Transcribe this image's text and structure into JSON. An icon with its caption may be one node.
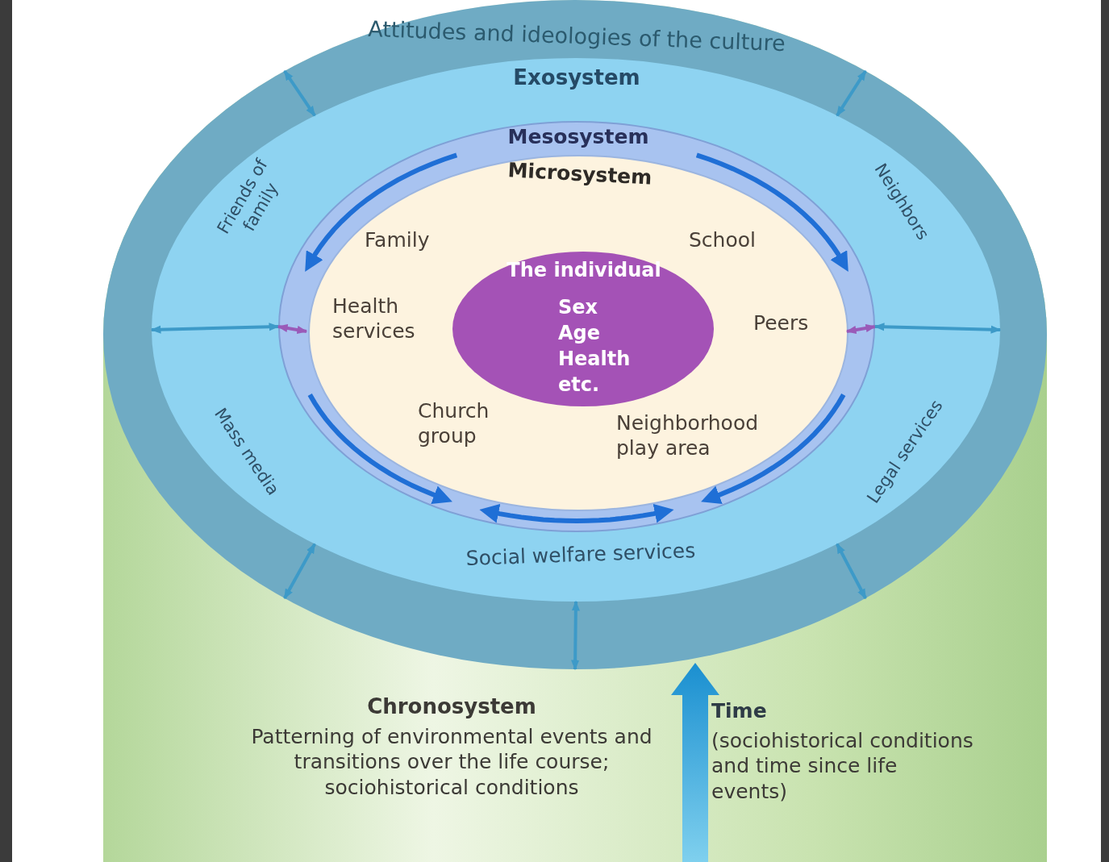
{
  "diagram": {
    "nodes": [
      {
        "text": [
          "Chronosystem",
          "Patterning of environmental events and transitions over the life course; sociohistorical conditions"
        ]
      },
      {
        "text": [
          "Attitudes and ideologies of the culture"
        ],
        "in": 0
      },
      {
        "text": [
          "Exosystem",
          "Friends of family",
          "Neighbors",
          "Mass media",
          "Legal services",
          "Social welfare services"
        ],
        "in": 1
      },
      {
        "text": [
          "Mesosystem"
        ],
        "in": 2
      },
      {
        "text": [
          "Microsystem",
          "Family",
          "School",
          "Health services",
          "Peers",
          "Church group",
          "Neighborhood play area"
        ],
        "in": 3
      },
      {
        "text": [
          "The individual",
          "Sex Age Health etc."
        ],
        "in": 4
      }
    ],
    "edges": [
      {
        "from": 1,
        "to": 2,
        "arrow": "both"
      },
      {
        "from": 1,
        "to": 2,
        "arrow": "both"
      },
      {
        "from": 2,
        "to": 3,
        "arrow": "both"
      },
      {
        "from": 3,
        "to": 4,
        "arrow": "both",
        "color": "#9a5ab8"
      },
      {
        "from": 4,
        "to": 3,
        "arrow": "both",
        "color": "#9a5ab8"
      },
      {
        "from": 3,
        "to": 2,
        "arrow": "both"
      },
      {
        "from": 1,
        "to": 2,
        "arrow": "both"
      },
      {
        "from": 1,
        "to": 2,
        "arrow": "both"
      },
      {
        "from": 2,
        "to": 1,
        "arrow": "both"
      }
    ],
    "labels": [
      "Time",
      "(sociohistorical conditions and time since life events)"
    ]
  }
}
